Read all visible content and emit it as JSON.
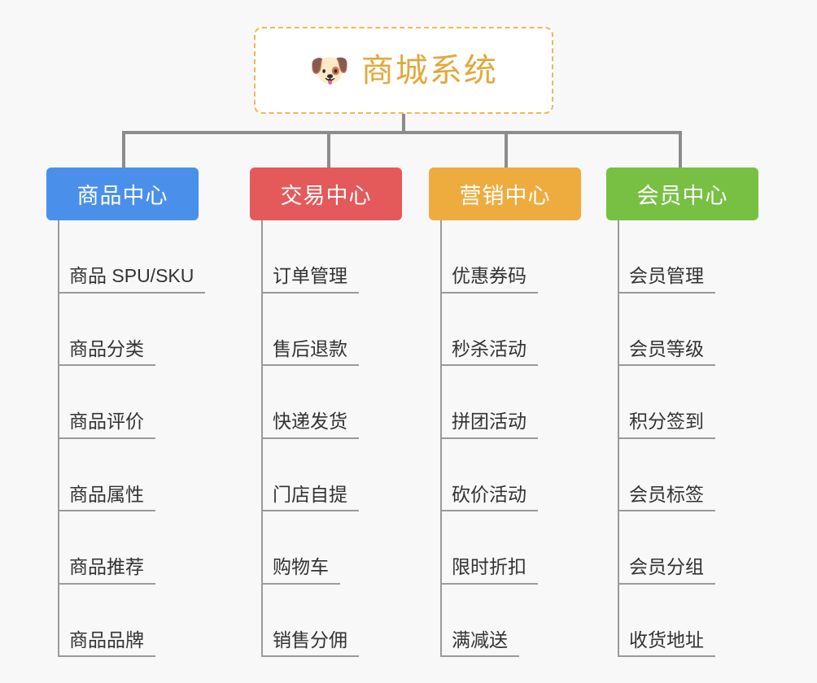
{
  "page": {
    "background_color": "#f8f8f8",
    "type": "mindmap",
    "connector_color": "#8c8c8c"
  },
  "root": {
    "icon": "shiba-dog-face-icon",
    "emoji": "🐶",
    "title": "商城系统",
    "title_color": "#e0a93c",
    "border_color": "#efb758",
    "background_color": "#ffffff"
  },
  "categories": [
    {
      "id": "product-center",
      "label": "商品中心",
      "color": "#4a90ea",
      "items": [
        {
          "label": "商品 SPU/SKU"
        },
        {
          "label": "商品分类"
        },
        {
          "label": "商品评价"
        },
        {
          "label": "商品属性"
        },
        {
          "label": "商品推荐"
        },
        {
          "label": "商品品牌"
        }
      ]
    },
    {
      "id": "trade-center",
      "label": "交易中心",
      "color": "#e4595a",
      "items": [
        {
          "label": "订单管理"
        },
        {
          "label": "售后退款"
        },
        {
          "label": "快递发货"
        },
        {
          "label": "门店自提"
        },
        {
          "label": "购物车"
        },
        {
          "label": "销售分佣"
        }
      ]
    },
    {
      "id": "marketing-center",
      "label": "营销中心",
      "color": "#eeac3f",
      "items": [
        {
          "label": "优惠券码"
        },
        {
          "label": "秒杀活动"
        },
        {
          "label": "拼团活动"
        },
        {
          "label": "砍价活动"
        },
        {
          "label": "限时折扣"
        },
        {
          "label": "满减送"
        }
      ]
    },
    {
      "id": "member-center",
      "label": "会员中心",
      "color": "#77c043",
      "items": [
        {
          "label": "会员管理"
        },
        {
          "label": "会员等级"
        },
        {
          "label": "积分签到"
        },
        {
          "label": "会员标签"
        },
        {
          "label": "会员分组"
        },
        {
          "label": "收货地址"
        }
      ]
    }
  ]
}
